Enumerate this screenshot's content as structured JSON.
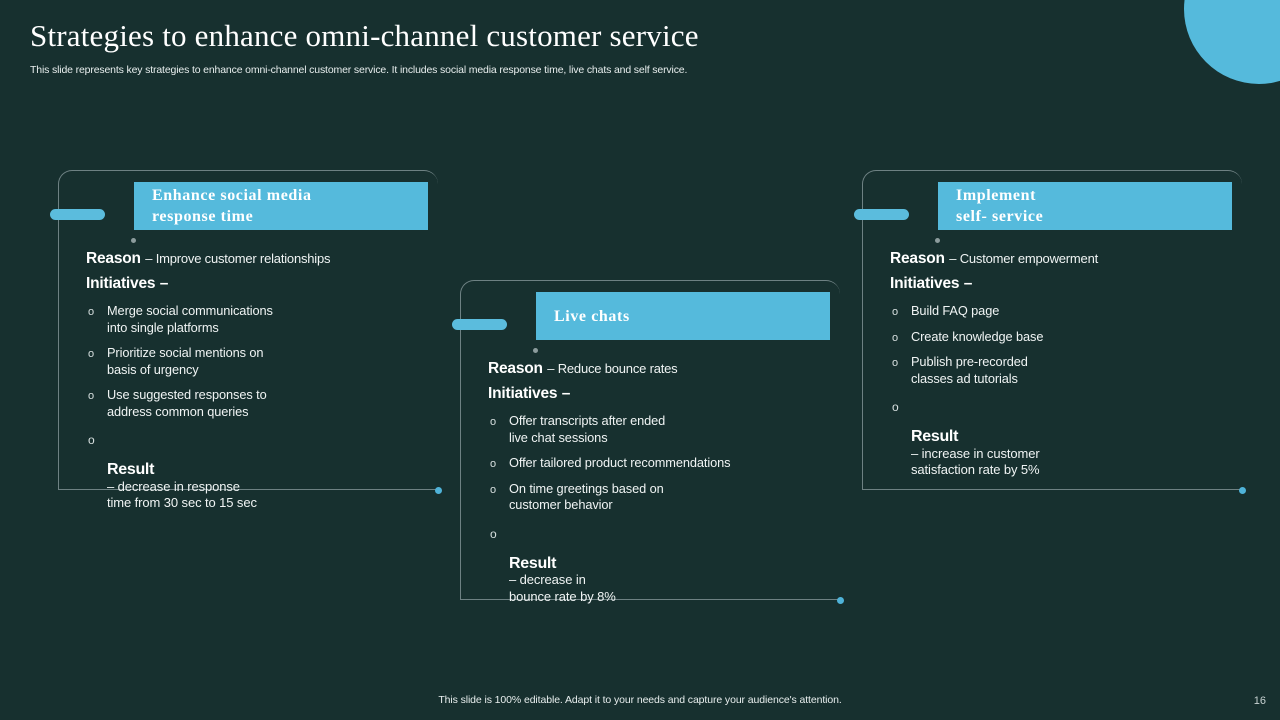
{
  "header": {
    "title": "Strategies to enhance omni-channel customer service",
    "subtitle": "This slide represents key strategies to enhance omni-channel customer service. It includes social media response time, live chats and self service."
  },
  "colors": {
    "background": "#17302F",
    "accent": "#55BADC",
    "frame": "#6E8183",
    "text": "#FFFFFF"
  },
  "cards": [
    {
      "title": "Enhance social media\nresponse time",
      "reason_key": "Reason",
      "reason_value": "– Improve customer relationships",
      "initiatives_key": "Initiatives",
      "initiatives_dash": "–",
      "bullets": [
        "Merge social communications\ninto single platforms",
        "Prioritize social mentions on\nbasis of urgency",
        "Use suggested responses to\naddress common queries"
      ],
      "result_key": "Result",
      "result_value": "– decrease in response\ntime from 30 sec to 15 sec"
    },
    {
      "title": "Live chats",
      "reason_key": "Reason",
      "reason_value": "– Reduce bounce rates",
      "initiatives_key": "Initiatives",
      "initiatives_dash": "–",
      "bullets": [
        "Offer transcripts after ended\nlive chat sessions",
        "Offer tailored product recommendations",
        "On time greetings based on\ncustomer behavior"
      ],
      "result_key": "Result",
      "result_value": "– decrease in\nbounce rate by 8%"
    },
    {
      "title": "Implement\nself- service",
      "reason_key": "Reason",
      "reason_value": "– Customer empowerment",
      "initiatives_key": "Initiatives",
      "initiatives_dash": "–",
      "bullets": [
        "Build FAQ page",
        "Create knowledge base",
        "Publish pre-recorded\nclasses ad tutorials"
      ],
      "result_key": "Result",
      "result_value": "– increase in customer\nsatisfaction rate by 5%"
    }
  ],
  "bullet_marker": "o",
  "footer": {
    "note": "This slide is 100% editable. Adapt it to your needs and capture your audience's attention.",
    "page_number": "16"
  }
}
